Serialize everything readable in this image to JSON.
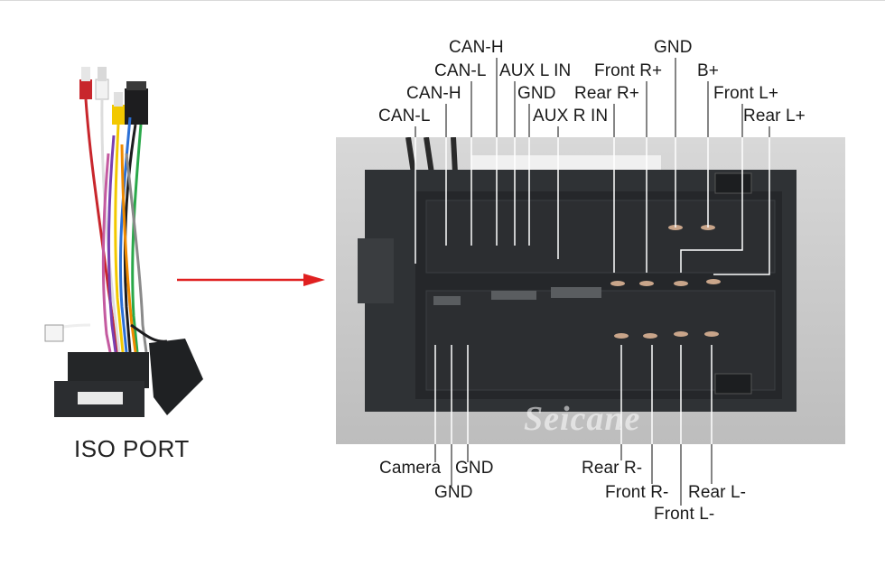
{
  "caption": "ISO PORT",
  "watermark": "Seicane",
  "labels": {
    "can_h_top": "CAN-H",
    "can_l_2": "CAN-L",
    "aux_l_in": "AUX L IN",
    "can_h_3": "CAN-H",
    "gnd_aux": "GND",
    "can_l_4": "CAN-L",
    "aux_r_in": "AUX R IN",
    "gnd_top": "GND",
    "front_r_plus": "Front R+",
    "b_plus": "B+",
    "rear_r_plus": "Rear R+",
    "front_l_plus": "Front L+",
    "rear_l_plus": "Rear L+",
    "camera": "Camera",
    "gnd_bottom_1": "GND",
    "gnd_bottom_2": "GND",
    "rear_r_minus": "Rear R-",
    "front_r_minus": "Front R-",
    "rear_l_minus": "Rear L-",
    "front_l_minus": "Front L-"
  },
  "colors": {
    "arrow": "#e02020",
    "connector": "#2f3235",
    "leader_line": "#ffffff"
  }
}
